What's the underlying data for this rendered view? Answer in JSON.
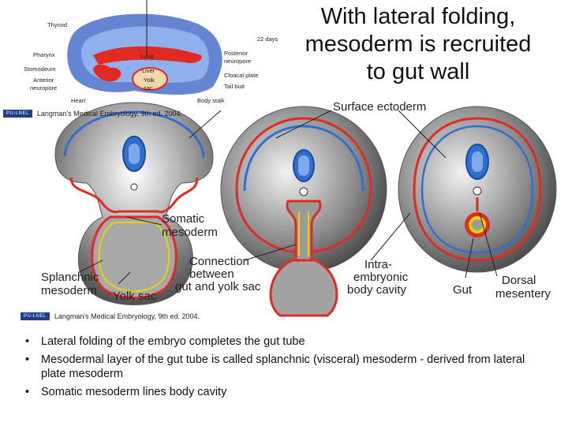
{
  "title_lines": [
    "With lateral folding,",
    "mesoderm is recruited",
    "to gut wall"
  ],
  "top_figure": {
    "labels": [
      "Thyroid",
      "Pharynx",
      "Stomodeum",
      "Anterior",
      "neuropore",
      "Heart",
      "Lung",
      "Liver",
      "Yolk",
      "sac",
      "Body stalk",
      "Tail bud",
      "Cloacal plate",
      "Posterior",
      "neuropore",
      "22 days"
    ],
    "credit": "Langman's Medical Embryology, 9th ed, 2004."
  },
  "bottom_figure": {
    "labels": {
      "surface_ectoderm": "Surface ectoderm",
      "somatic_1": "Somatic",
      "somatic_2": "mesoderm",
      "connection_1": "Connection",
      "connection_2": "between",
      "connection_3": "gut and yolk sac",
      "splanchnic_1": "Splanchnic",
      "splanchnic_2": "mesoderm",
      "yolk_sac": "Yolk sac",
      "intra_1": "Intra-",
      "intra_2": "embryonic",
      "intra_3": "body cavity",
      "gut": "Gut",
      "dorsal_1": "Dorsal",
      "dorsal_2": "mesentery"
    },
    "credit": "Langman's Medical Embryology, 9th ed. 2004."
  },
  "badge_text": "PU-LNEL",
  "bullets": [
    "Lateral folding of the embryo completes the gut tube",
    "Mesodermal layer of the gut tube is called splanchnic (visceral) mesoderm - derived from lateral plate mesoderm",
    "Somatic mesoderm lines body cavity"
  ],
  "colors": {
    "ectoderm_blue": "#2f6fd0",
    "mesoderm_red": "#e02a22",
    "endoderm_yellow": "#e8d400",
    "tissue_gray": "#9a9a9a"
  }
}
